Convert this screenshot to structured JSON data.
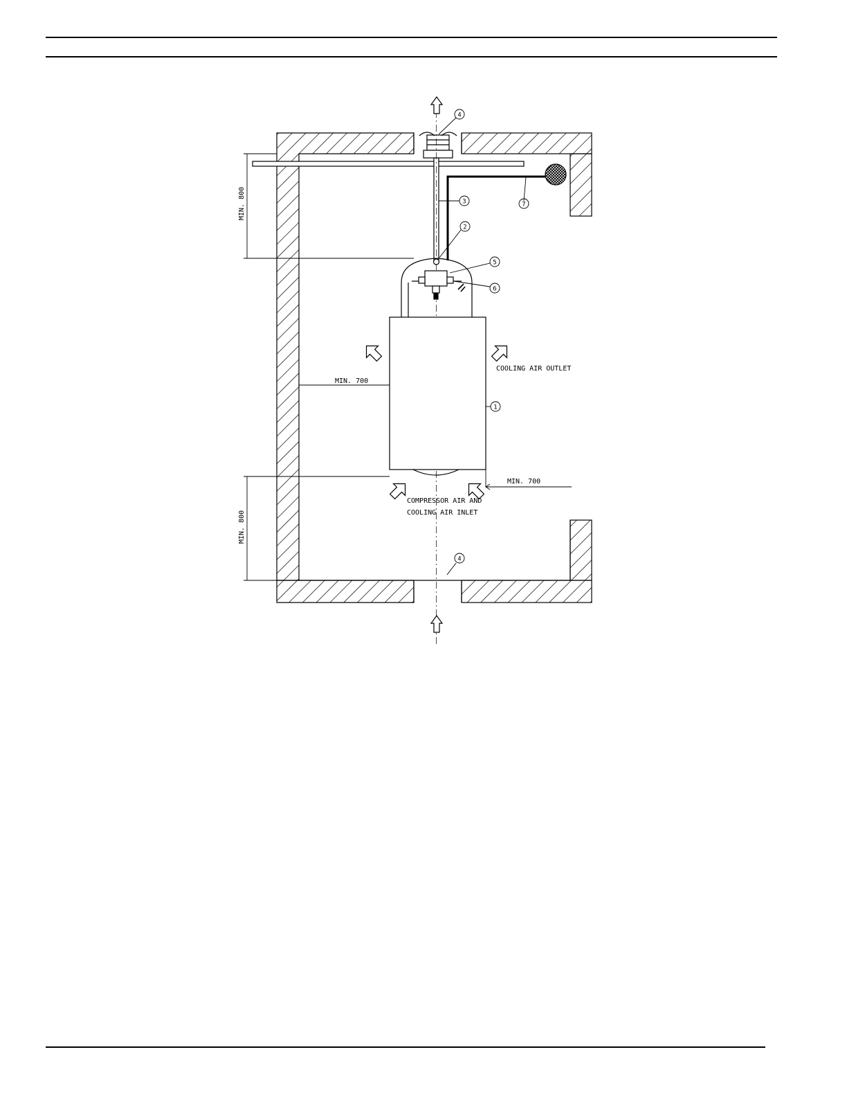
{
  "header": {
    "rules": 2
  },
  "footer": {
    "rules": 1
  },
  "diagram": {
    "labels": {
      "min_800_top": "MIN. 800",
      "min_800_bottom": "MIN. 800",
      "min_700_left": "MIN. 700",
      "min_700_right": "MIN. 700",
      "cooling_air_outlet": "COOLING AIR OUTLET",
      "inlet_line1": "COMPRESSOR AIR AND",
      "inlet_line2": "COOLING AIR INLET"
    },
    "callouts": {
      "c1": "1",
      "c2": "2",
      "c3": "3",
      "c4_top": "4",
      "c4_bottom": "4",
      "c5": "5",
      "c6": "6",
      "c7": "7"
    },
    "colors": {
      "line": "#000000",
      "background": "#ffffff"
    }
  }
}
